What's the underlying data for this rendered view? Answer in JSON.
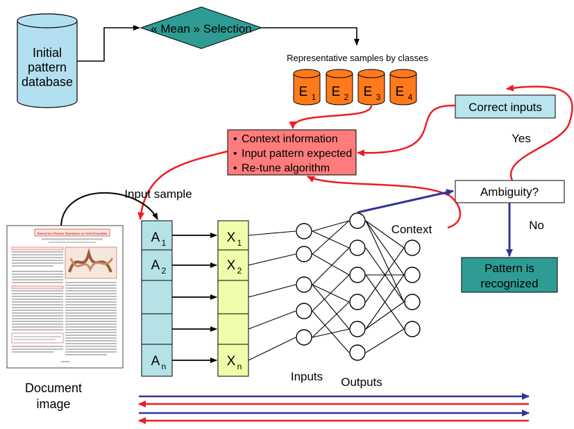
{
  "db": {
    "line1": "Initial",
    "line2": "pattern",
    "line3": "database"
  },
  "selection": {
    "label": "« Mean » Selection"
  },
  "samples": {
    "caption": "Representative samples by classes",
    "classes": [
      {
        "letter": "E",
        "sub": "1"
      },
      {
        "letter": "E",
        "sub": "2"
      },
      {
        "letter": "E",
        "sub": "3"
      },
      {
        "letter": "E",
        "sub": "4"
      }
    ]
  },
  "correct_inputs": "Correct inputs",
  "context_box": {
    "bullet": "•",
    "items": [
      "Context information",
      "Input pattern expected",
      "Re-tune algorithm"
    ]
  },
  "yes_label": "Yes",
  "no_label": "No",
  "ambiguity": "Ambiguity?",
  "recognized": {
    "line1": "Pattern is",
    "line2": "recognized"
  },
  "input_sample": "Input sample",
  "context_label": "Context",
  "inputs_label": "Inputs",
  "outputs_label": "Outputs",
  "document": {
    "line1": "Document",
    "line2": "image",
    "title": "Interaction Domain Operations on Solid Ensemble"
  },
  "a_column": [
    {
      "letter": "A",
      "sub": "1"
    },
    {
      "letter": "A",
      "sub": "2"
    },
    {
      "letter": "",
      "sub": ""
    },
    {
      "letter": "",
      "sub": ""
    },
    {
      "letter": "A",
      "sub": "n"
    }
  ],
  "x_column": [
    {
      "letter": "X",
      "sub": "1"
    },
    {
      "letter": "X",
      "sub": "2"
    },
    {
      "letter": "",
      "sub": ""
    },
    {
      "letter": "",
      "sub": ""
    },
    {
      "letter": "X",
      "sub": "n"
    }
  ],
  "colors": {
    "teal": "#2e9c94",
    "db_fill": "#b3e0f0",
    "orange": "#ff7a1a",
    "light_cyan": "#b9e5ee",
    "salmon": "#ff7c7c",
    "col_a": "#b4e2e6",
    "col_x": "#eefeaa",
    "red": "#ee1c24",
    "blue": "#33339a"
  }
}
